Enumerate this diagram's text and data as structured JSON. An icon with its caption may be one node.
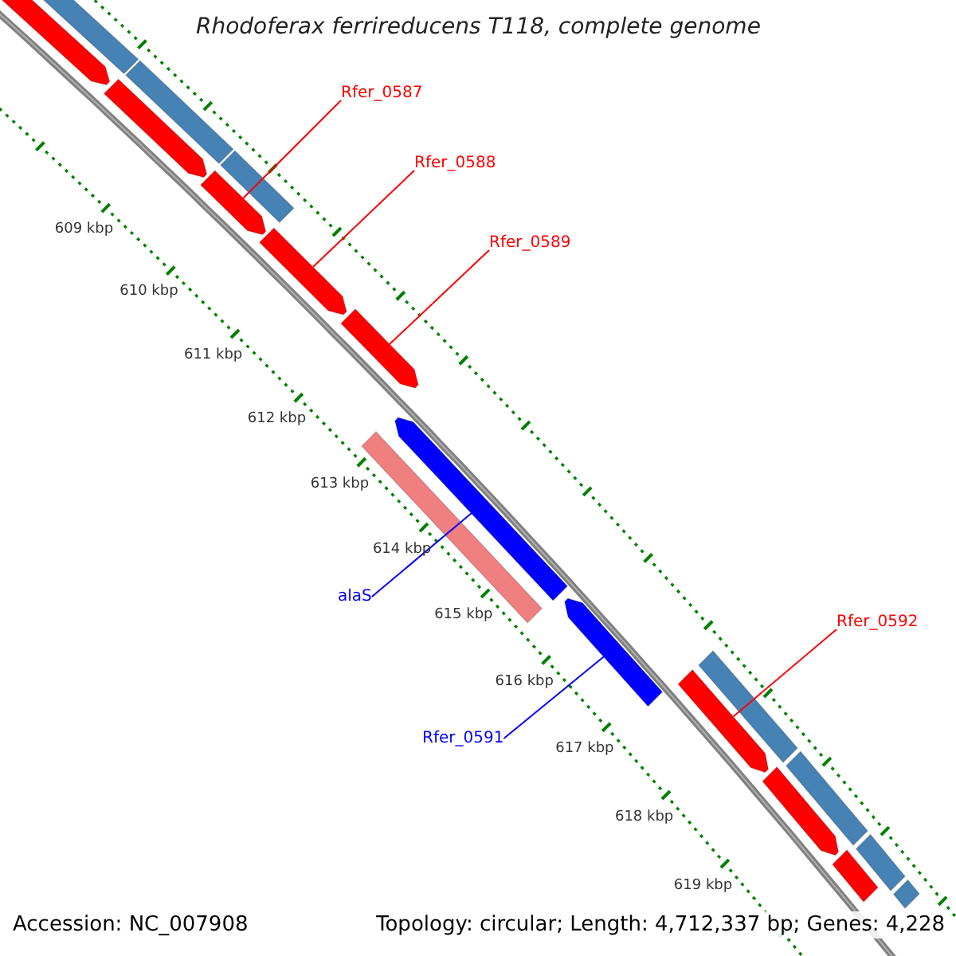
{
  "diagram": {
    "title": "Rhodoferax ferrireducens T118, complete genome",
    "nodes": [
      {
        "text": [],
        "shape": "arrow"
      },
      {
        "text": [],
        "shape": "bar"
      },
      {
        "text": [
          "Rfer_0587"
        ]
      },
      {
        "text": [],
        "shape": "arrow"
      },
      {
        "text": [],
        "shape": "bar"
      },
      {
        "text": [
          "Rfer_0588"
        ]
      },
      {
        "text": [],
        "shape": "bar"
      },
      {
        "text": [],
        "shape": "arrow"
      },
      {
        "text": [
          "Rfer_0589"
        ]
      },
      {
        "text": [],
        "shape": "arrow"
      },
      {
        "text": [],
        "shape": "arrow"
      },
      {
        "text": [],
        "shape": "arrow"
      },
      {
        "text": [],
        "shape": "bar"
      },
      {
        "text": [
          "alaS"
        ]
      },
      {
        "text": [],
        "shape": "arrow"
      },
      {
        "text": [
          "Rfer_0592"
        ]
      },
      {
        "text": [
          "Rfer_0591"
        ]
      },
      {
        "text": [],
        "shape": "bar"
      },
      {
        "text": [],
        "shape": "arrow"
      },
      {
        "text": [],
        "shape": "bar"
      },
      {
        "text": [],
        "shape": "arrow"
      },
      {
        "text": [],
        "shape": "bar"
      },
      {
        "text": [],
        "shape": "arrow"
      },
      {
        "text": [],
        "shape": "bar"
      }
    ],
    "edges": [
      {
        "from": 2,
        "to": 7,
        "arrow": "none"
      },
      {
        "from": 5,
        "to": 9,
        "arrow": "none"
      },
      {
        "from": 8,
        "to": 10,
        "arrow": "none"
      },
      {
        "from": 13,
        "to": 11,
        "arrow": "none",
        "color": "#0000ff"
      },
      {
        "from": 16,
        "to": 14,
        "arrow": "none",
        "color": "#0000ff"
      },
      {
        "from": 15,
        "to": 18,
        "arrow": "none"
      }
    ],
    "labels": [
      "609 kbp",
      "610 kbp",
      "611 kbp",
      "612 kbp",
      "613 kbp",
      "614 kbp",
      "615 kbp",
      "616 kbp",
      "617 kbp",
      "618 kbp",
      "619 kbp",
      "Accession: NC_007908",
      "Topology: circular; Length: 4,712,337 bp; Genes: 4,228"
    ]
  }
}
